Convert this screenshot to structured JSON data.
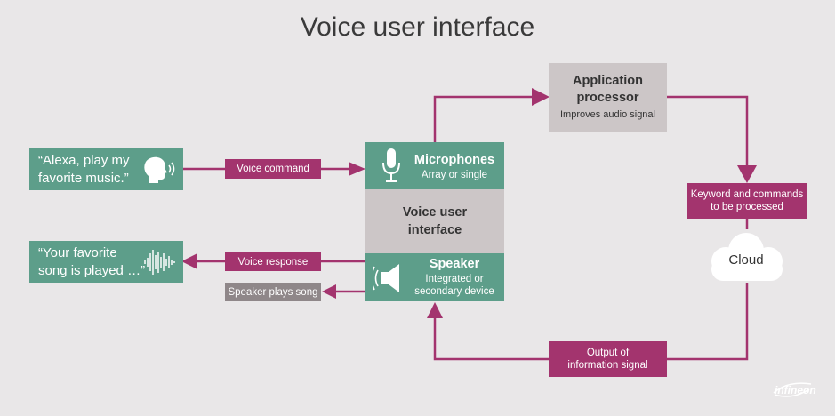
{
  "title": "Voice user interface",
  "input_quote": {
    "line1": "“Alexa, play my",
    "line2": "favorite music.”"
  },
  "output_quote": {
    "line1": "“Your favorite",
    "line2": "song is played …”"
  },
  "labels": {
    "voice_command": "Voice command",
    "voice_response": "Voice response",
    "speaker_plays_song": "Speaker plays song",
    "keyword_line1": "Keyword and commands",
    "keyword_line2": "to be processed",
    "output_line1": "Output of",
    "output_line2": "information signal"
  },
  "microphones": {
    "title": "Microphones",
    "subtitle": "Array or single"
  },
  "vui": {
    "line1": "Voice user",
    "line2": "interface"
  },
  "speaker": {
    "title": "Speaker",
    "sub1": "Integrated or",
    "sub2": "secondary device"
  },
  "app_processor": {
    "line1": "Application",
    "line2": "processor",
    "sub": "Improves audio signal"
  },
  "cloud": {
    "label": "Cloud"
  },
  "logo": {
    "text": "infineon"
  },
  "colors": {
    "green": "#5d9e8a",
    "magenta": "#a3346e",
    "gray": "#ccc6c7",
    "background": "#e9e7e8"
  },
  "icons": [
    "speaking-head-icon",
    "waveform-icon",
    "microphone-icon",
    "speaker-icon",
    "cloud-icon"
  ]
}
